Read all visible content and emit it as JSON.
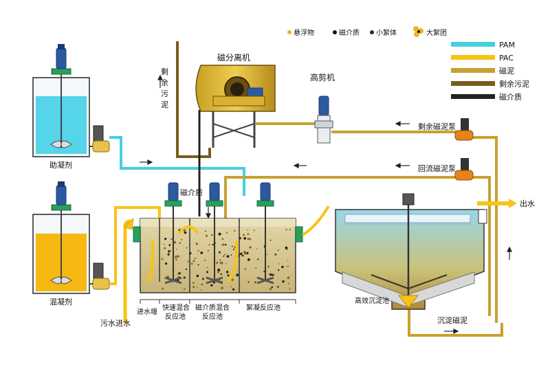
{
  "legend_top": {
    "suspended": "悬浮物",
    "magnetic_media": "磁介质",
    "small_floc": "小絮体",
    "large_floc": "大絮团"
  },
  "legend_lines": [
    {
      "label": "PAM",
      "color": "#45d0e0"
    },
    {
      "label": "PAC",
      "color": "#f7c317"
    },
    {
      "label": "磁泥",
      "color": "#c8a030"
    },
    {
      "label": "剩余污泥",
      "color": "#7a5c1e"
    },
    {
      "label": "磁介质",
      "color": "#222222"
    }
  ],
  "labels": {
    "magnetic_separator": "磁分离机",
    "high_shear": "高剪机",
    "residual_sludge_v": "剩余污泥",
    "coagulant_aid": "助凝剂",
    "coagulant": "混凝剂",
    "residual_mag_pump": "剩余磁泥泵",
    "return_mag_pump": "回流磁泥泵",
    "magnetic_media_feed": "磁介质",
    "outlet": "出水",
    "sewage_inlet": "污水进水",
    "inlet_weir": "进水堰",
    "rapid_mix_1": "快速混合",
    "rapid_mix_2": "反应池",
    "mag_mix_1": "磁介质混合",
    "mag_mix_2": "反应池",
    "flocculation": "絮凝反应池",
    "settling_tank": "高效沉淀池",
    "settled_sludge": "沉淀磁泥"
  },
  "colors": {
    "pam": "#45d0e0",
    "pac": "#f7c317",
    "mag_sludge": "#c8a030",
    "residual_sludge": "#7a5c1e",
    "motor": "#2c5aa0",
    "flange": "#2aa05a",
    "pump_orange": "#e8841a"
  }
}
